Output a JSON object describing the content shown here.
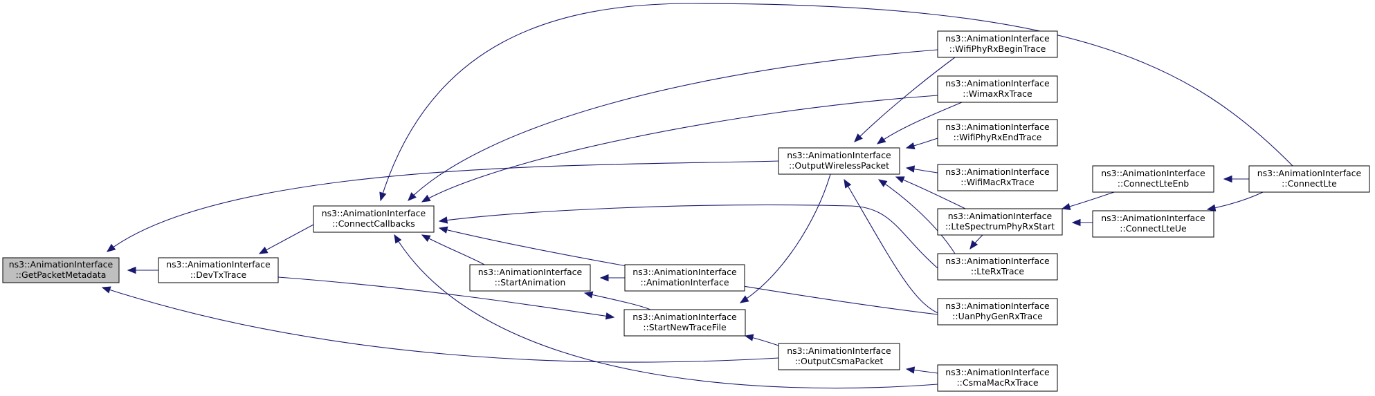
{
  "colors": {
    "edge": "#191970",
    "node_fill": "#ffffff",
    "focus_fill": "#bfbfbf",
    "border": "#000000"
  },
  "nodes": {
    "getpacketmetadata": {
      "line1": "ns3::AnimationInterface",
      "line2": "::GetPacketMetadata",
      "focus": true
    },
    "devtxtrace": {
      "line1": "ns3::AnimationInterface",
      "line2": "::DevTxTrace"
    },
    "connectcallbacks": {
      "line1": "ns3::AnimationInterface",
      "line2": "::ConnectCallbacks"
    },
    "startanimation": {
      "line1": "ns3::AnimationInterface",
      "line2": "::StartAnimation"
    },
    "animationinterface": {
      "line1": "ns3::AnimationInterface",
      "line2": "::AnimationInterface"
    },
    "startnewtracefile": {
      "line1": "ns3::AnimationInterface",
      "line2": "::StartNewTraceFile"
    },
    "outputwirelesspacket": {
      "line1": "ns3::AnimationInterface",
      "line2": "::OutputWirelessPacket"
    },
    "outputcsmapacket": {
      "line1": "ns3::AnimationInterface",
      "line2": "::OutputCsmaPacket"
    },
    "wifiphyrxbegintrace": {
      "line1": "ns3::AnimationInterface",
      "line2": "::WifiPhyRxBeginTrace"
    },
    "wimaxrxtrace": {
      "line1": "ns3::AnimationInterface",
      "line2": "::WimaxRxTrace"
    },
    "wifiphyrxendtrace": {
      "line1": "ns3::AnimationInterface",
      "line2": "::WifiPhyRxEndTrace"
    },
    "wifimacrxtrace": {
      "line1": "ns3::AnimationInterface",
      "line2": "::WifiMacRxTrace"
    },
    "ltespectrumphyrxstart": {
      "line1": "ns3::AnimationInterface",
      "line2": "::LteSpectrumPhyRxStart"
    },
    "lterxtrace": {
      "line1": "ns3::AnimationInterface",
      "line2": "::LteRxTrace"
    },
    "uanphygenrxtrace": {
      "line1": "ns3::AnimationInterface",
      "line2": "::UanPhyGenRxTrace"
    },
    "csmamacrxtrace": {
      "line1": "ns3::AnimationInterface",
      "line2": "::CsmaMacRxTrace"
    },
    "connectlteenb": {
      "line1": "ns3::AnimationInterface",
      "line2": "::ConnectLteEnb"
    },
    "connectlteue": {
      "line1": "ns3::AnimationInterface",
      "line2": "::ConnectLteUe"
    },
    "connectlte": {
      "line1": "ns3::AnimationInterface",
      "line2": "::ConnectLte"
    }
  },
  "edges": [
    {
      "from": "devtxtrace",
      "to": "getpacketmetadata"
    },
    {
      "from": "outputwirelesspacket",
      "to": "getpacketmetadata"
    },
    {
      "from": "outputcsmapacket",
      "to": "getpacketmetadata"
    },
    {
      "from": "connectcallbacks",
      "to": "devtxtrace"
    },
    {
      "from": "startanimation",
      "to": "connectcallbacks"
    },
    {
      "from": "startnewtracefile",
      "to": "startanimation"
    },
    {
      "from": "animationinterface",
      "to": "startanimation"
    },
    {
      "from": "devtxtrace",
      "to": "startnewtracefile"
    },
    {
      "from": "outputwirelesspacket",
      "to": "startnewtracefile"
    },
    {
      "from": "outputcsmapacket",
      "to": "startnewtracefile"
    },
    {
      "from": "wifiphyrxbegintrace",
      "to": "connectcallbacks"
    },
    {
      "from": "wimaxrxtrace",
      "to": "connectcallbacks"
    },
    {
      "from": "lterxtrace",
      "to": "connectcallbacks"
    },
    {
      "from": "uanphygenrxtrace",
      "to": "connectcallbacks"
    },
    {
      "from": "csmamacrxtrace",
      "to": "connectcallbacks"
    },
    {
      "from": "connectlte",
      "to": "connectcallbacks"
    },
    {
      "from": "wifiphyrxbegintrace",
      "to": "outputwirelesspacket"
    },
    {
      "from": "wimaxrxtrace",
      "to": "outputwirelesspacket"
    },
    {
      "from": "wifiphyrxendtrace",
      "to": "outputwirelesspacket"
    },
    {
      "from": "wifimacrxtrace",
      "to": "outputwirelesspacket"
    },
    {
      "from": "ltespectrumphyrxstart",
      "to": "outputwirelesspacket"
    },
    {
      "from": "lterxtrace",
      "to": "outputwirelesspacket"
    },
    {
      "from": "uanphygenrxtrace",
      "to": "outputwirelesspacket"
    },
    {
      "from": "csmamacrxtrace",
      "to": "outputcsmapacket"
    },
    {
      "from": "connectlteenb",
      "to": "ltespectrumphyrxstart"
    },
    {
      "from": "connectlteue",
      "to": "ltespectrumphyrxstart"
    },
    {
      "from": "connectlte",
      "to": "connectlteenb"
    },
    {
      "from": "connectlte",
      "to": "connectlteue"
    },
    {
      "from": "ltespectrumphyrxstart",
      "to": "lterxtrace"
    }
  ]
}
